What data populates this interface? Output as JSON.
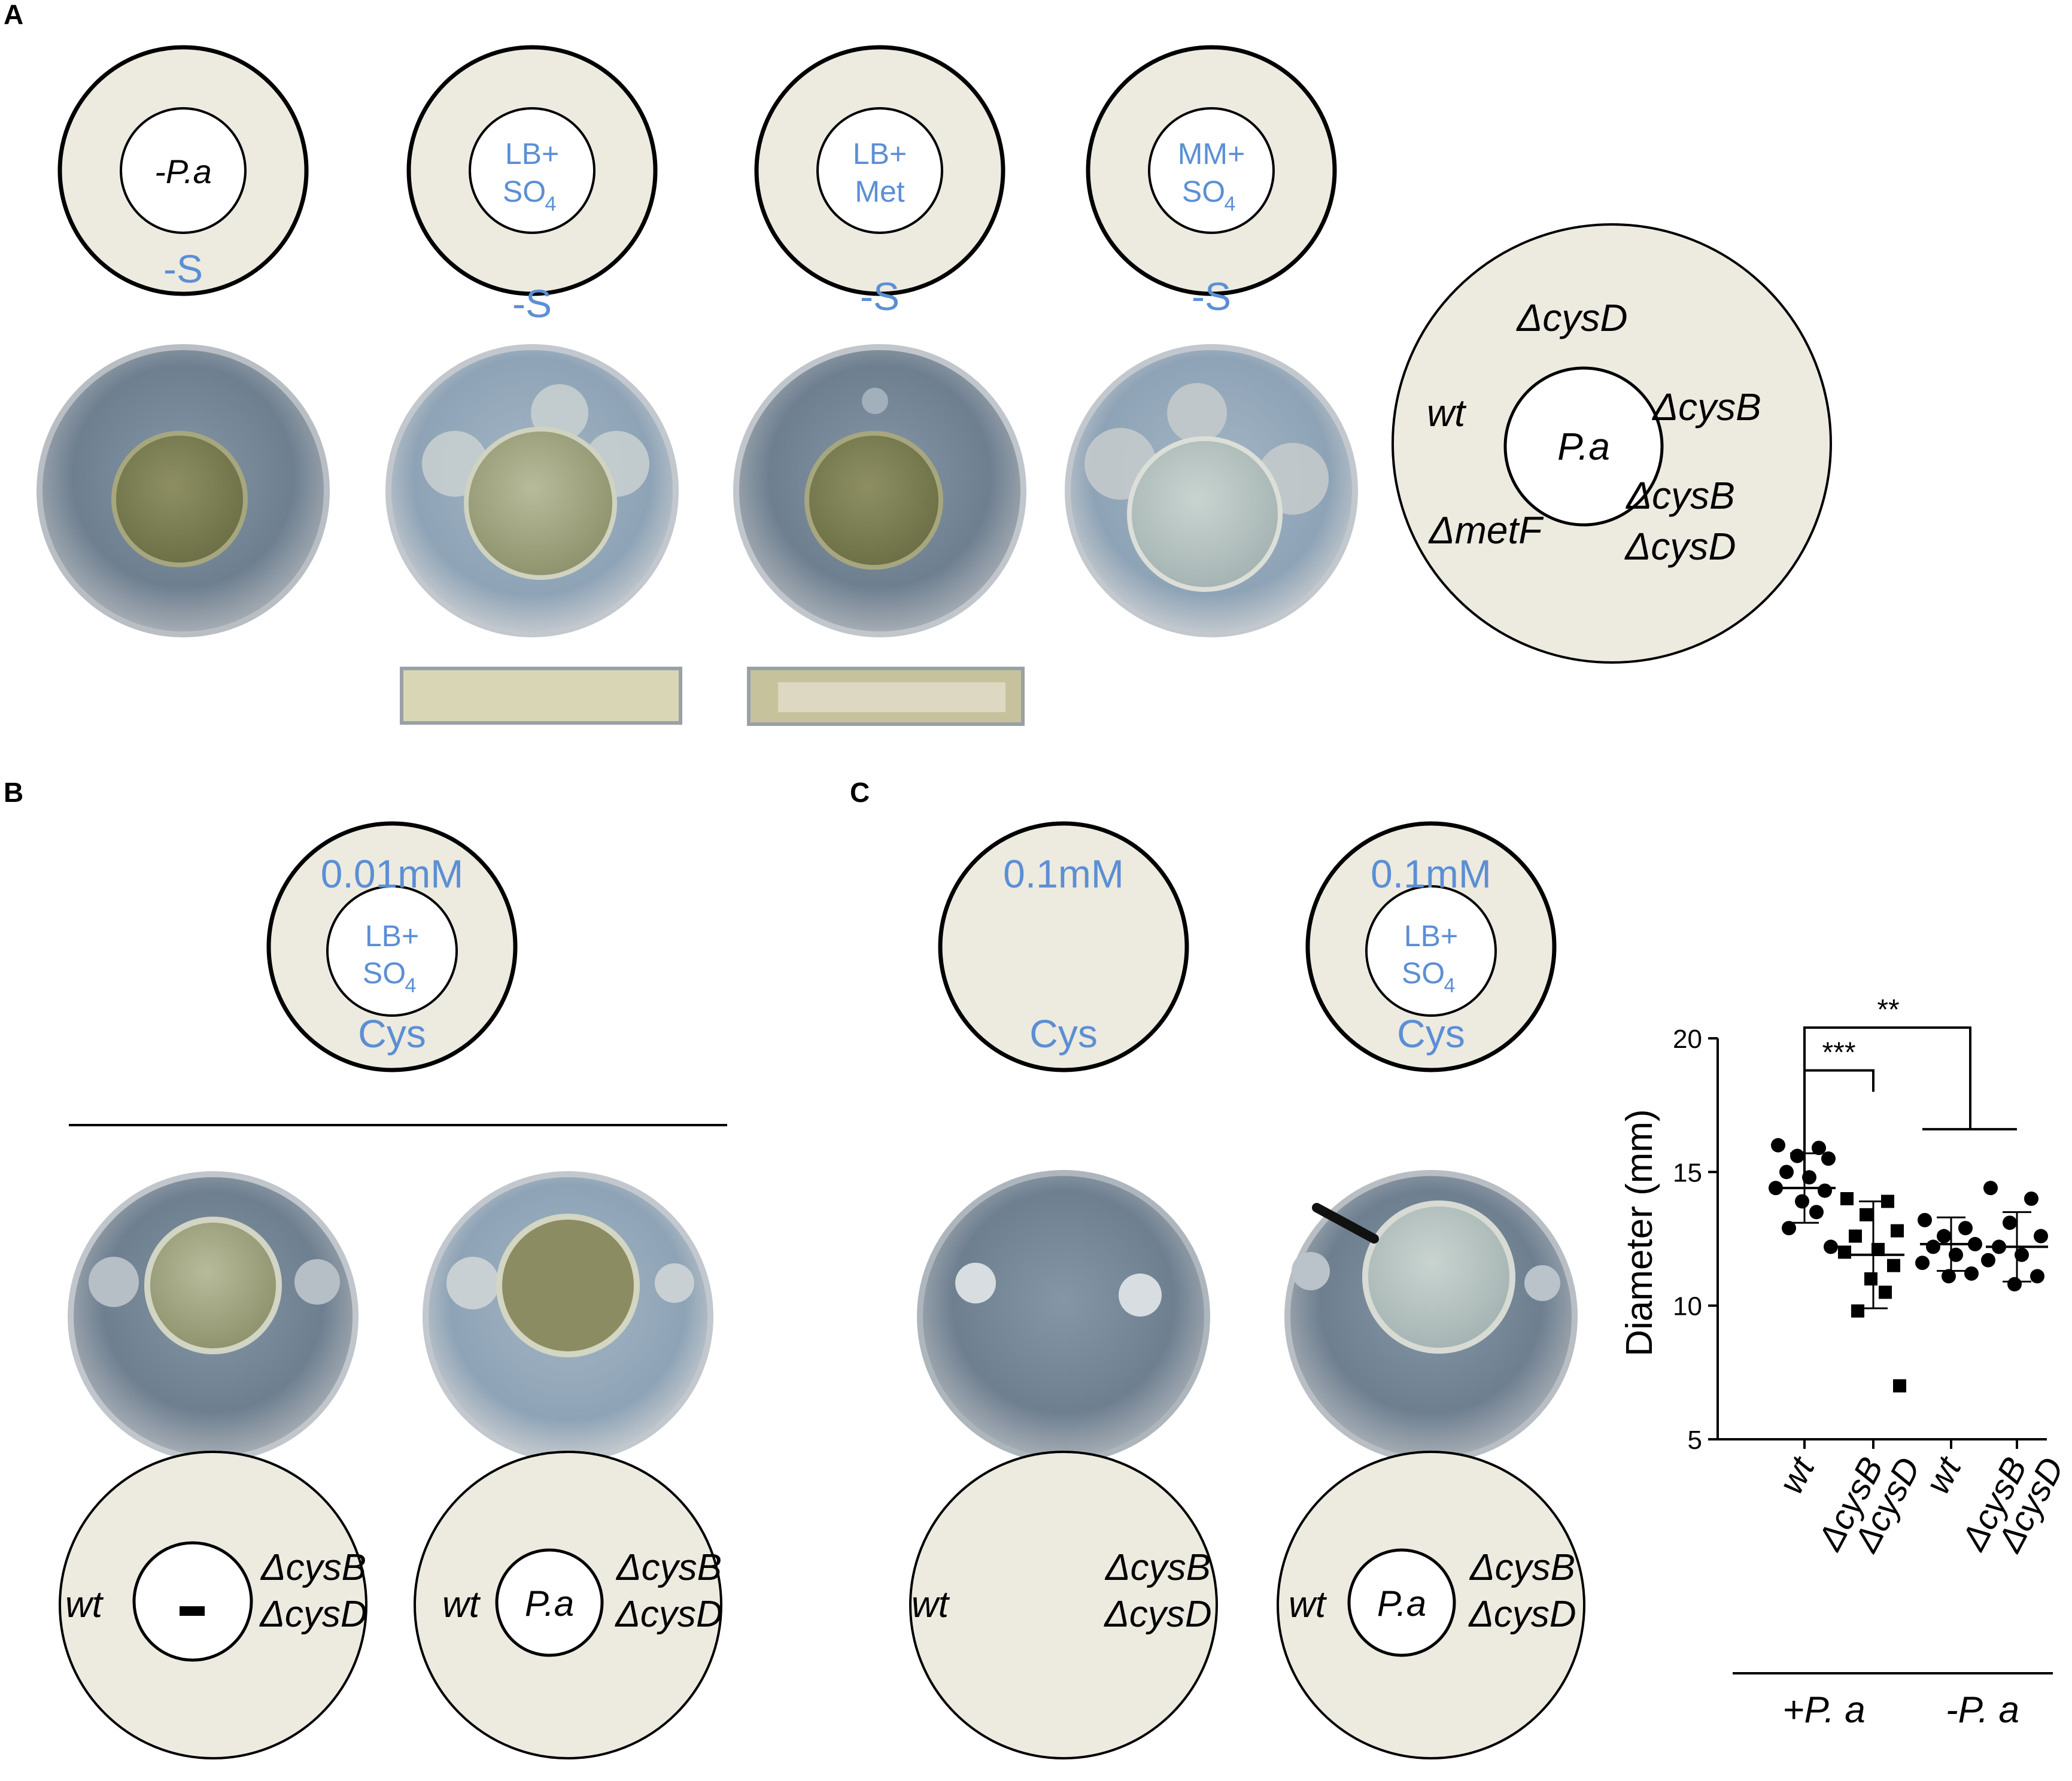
{
  "panels": {
    "a": "A",
    "b": "B",
    "c": "C"
  },
  "panel_a": {
    "schematics": [
      {
        "inner": "-P.a",
        "inner_italic": true,
        "outer": "-S"
      },
      {
        "inner_line1": "LB+",
        "inner_line2": "SO",
        "inner_sub": "4",
        "outer": "-S"
      },
      {
        "inner_line1": "LB+",
        "inner_line2": "Met",
        "outer": "-S"
      },
      {
        "inner_line1": "MM+",
        "inner_line2": "SO",
        "inner_sub": "4",
        "outer": "-S"
      }
    ],
    "layout_key": {
      "center": "P.a",
      "top": "ΔcysD",
      "left": "wt",
      "right": "ΔcysB",
      "bottom_left": "ΔmetF",
      "bottom_right_1": "ΔcysB",
      "bottom_right_2": "ΔcysD"
    }
  },
  "panel_b": {
    "schematic": {
      "top": "0.01mM",
      "inner_line1": "LB+",
      "inner_line2": "SO",
      "inner_sub": "4",
      "bottom": "Cys"
    },
    "keys": [
      {
        "left": "wt",
        "center": "-",
        "right1": "ΔcysB",
        "right2": "ΔcysD"
      },
      {
        "left": "wt",
        "center": "P.a",
        "right1": "ΔcysB",
        "right2": "ΔcysD"
      }
    ]
  },
  "panel_c": {
    "schematics": [
      {
        "top": "0.1mM",
        "bottom": "Cys"
      },
      {
        "top": "0.1mM",
        "inner_line1": "LB+",
        "inner_line2": "SO",
        "inner_sub": "4",
        "bottom": "Cys"
      }
    ],
    "keys": [
      {
        "left": "wt",
        "right1": "ΔcysB",
        "right2": "ΔcysD"
      },
      {
        "left": "wt",
        "center": "P.a",
        "right1": "ΔcysB",
        "right2": "ΔcysD"
      }
    ]
  },
  "chart_data": {
    "type": "scatter",
    "ylabel": "Diameter (mm)",
    "ylim": [
      5,
      20
    ],
    "yticks": [
      5,
      10,
      15,
      20
    ],
    "categories": [
      "wt",
      "ΔcysB ΔcysD",
      "wt",
      "ΔcysB ΔcysD"
    ],
    "category_lines": [
      [
        "wt"
      ],
      [
        "ΔcysB",
        "ΔcysD"
      ],
      [
        "wt"
      ],
      [
        "ΔcysB",
        "ΔcysD"
      ]
    ],
    "groups": [
      "+P. a",
      "-P. a"
    ],
    "series": [
      {
        "marker": "circle",
        "values": [
          16.0,
          15.9,
          15.6,
          15.5,
          15.0,
          14.8,
          14.4,
          14.3,
          13.9,
          13.5,
          12.9,
          12.2
        ],
        "mean": 14.4,
        "sd": 1.3
      },
      {
        "marker": "square",
        "values": [
          14.0,
          13.9,
          13.4,
          12.8,
          12.6,
          12.1,
          12.0,
          11.5,
          11.0,
          10.5,
          9.8,
          7.0
        ],
        "mean": 11.9,
        "sd": 2.0
      },
      {
        "marker": "circle",
        "values": [
          13.2,
          12.9,
          12.6,
          12.3,
          12.2,
          11.9,
          11.6,
          11.2,
          11.1
        ],
        "mean": 12.3,
        "sd": 1.0
      },
      {
        "marker": "circle",
        "values": [
          14.4,
          14.0,
          13.1,
          12.6,
          12.2,
          11.9,
          11.7,
          11.1,
          10.8
        ],
        "mean": 12.2,
        "sd": 1.3
      }
    ],
    "significance": [
      {
        "from": 0,
        "to": 1,
        "label": "***"
      },
      {
        "from": 0,
        "to": "2-3",
        "label": "**"
      }
    ]
  }
}
